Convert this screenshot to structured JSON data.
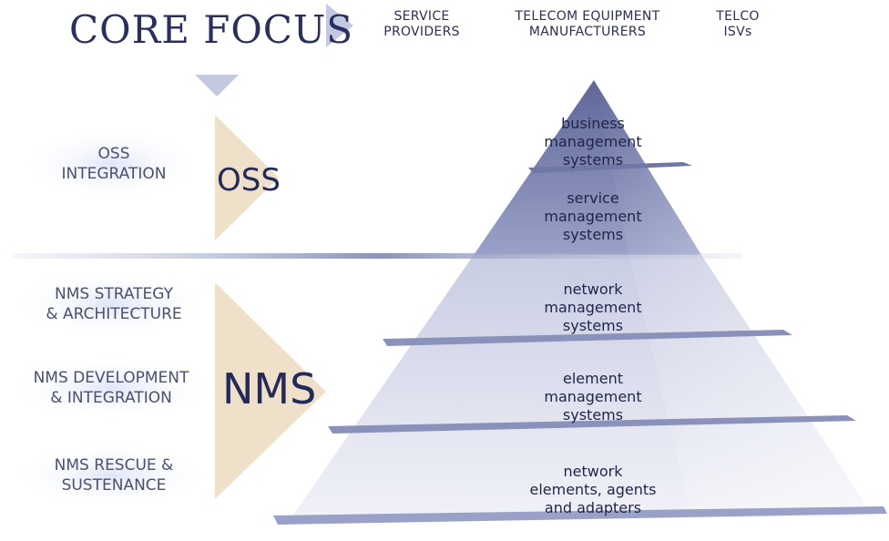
{
  "title": "CORE FOCUS",
  "headers": [
    {
      "lines": [
        "SERVICE",
        "PROVIDERS"
      ]
    },
    {
      "lines": [
        "TELECOM EQUIPMENT",
        "MANUFACTURERS"
      ]
    },
    {
      "lines": [
        "TELCO",
        "ISVs"
      ]
    }
  ],
  "left_labels": {
    "oss_integration": [
      "OSS",
      "INTEGRATION"
    ],
    "nms_strategy": [
      "NMS STRATEGY",
      "& ARCHITECTURE"
    ],
    "nms_development": [
      "NMS DEVELOPMENT",
      "& INTEGRATION"
    ],
    "nms_rescue": [
      "NMS RESCUE &",
      "SUSTENANCE"
    ]
  },
  "arrows": {
    "oss": "OSS",
    "nms": "NMS"
  },
  "pyramid_tiers": [
    [
      "business",
      "management",
      "systems"
    ],
    [
      "service",
      "management",
      "systems"
    ],
    [
      "network",
      "management",
      "systems"
    ],
    [
      "element",
      "management",
      "systems"
    ],
    [
      "network",
      "elements, agents",
      "and adapters"
    ]
  ],
  "colors": {
    "navy": "#2a2f5e",
    "arrow_tan": "#efe0c9",
    "pointer_lavender": "#c4c9e2",
    "pyramid_top": "#7f87b4",
    "pyramid_base": "#eef0f6"
  }
}
